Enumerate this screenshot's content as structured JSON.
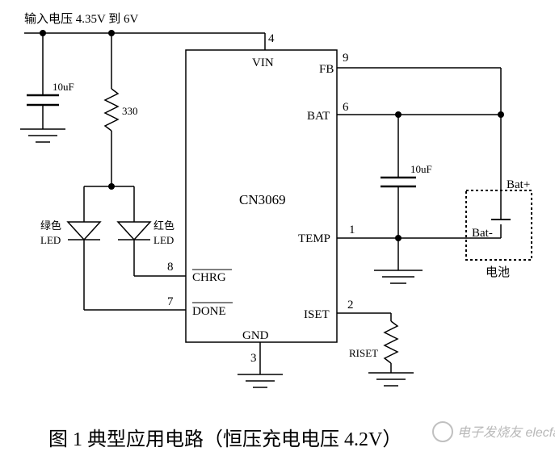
{
  "circuit": {
    "input_label": "输入电压  4.35V 到 6V",
    "chip_name": "CN3069",
    "pins": {
      "vin": {
        "name": "VIN",
        "number": "4"
      },
      "fb": {
        "name": "FB",
        "number": "9"
      },
      "bat": {
        "name": "BAT",
        "number": "6"
      },
      "temp": {
        "name": "TEMP",
        "number": "1"
      },
      "iset": {
        "name": "ISET",
        "number": "2"
      },
      "gnd": {
        "name": "GND",
        "number": "3"
      },
      "chrg": {
        "name": "CHRG",
        "number": "8"
      },
      "done": {
        "name": "DONE",
        "number": "7"
      }
    },
    "cap_input": "10uF",
    "resistor_led": "330",
    "cap_bat": "10uF",
    "resistor_iset": "RISET",
    "led_green": {
      "line1": "绿色",
      "line2": "LED"
    },
    "led_red": {
      "line1": "红色",
      "line2": "LED"
    },
    "battery": {
      "plus": "Bat+",
      "minus": "Bat-",
      "label": "电池"
    }
  },
  "caption": "图 1   典型应用电路（恒压充电电压 4.2V）",
  "watermark": "电子发烧友  elecfans.com"
}
